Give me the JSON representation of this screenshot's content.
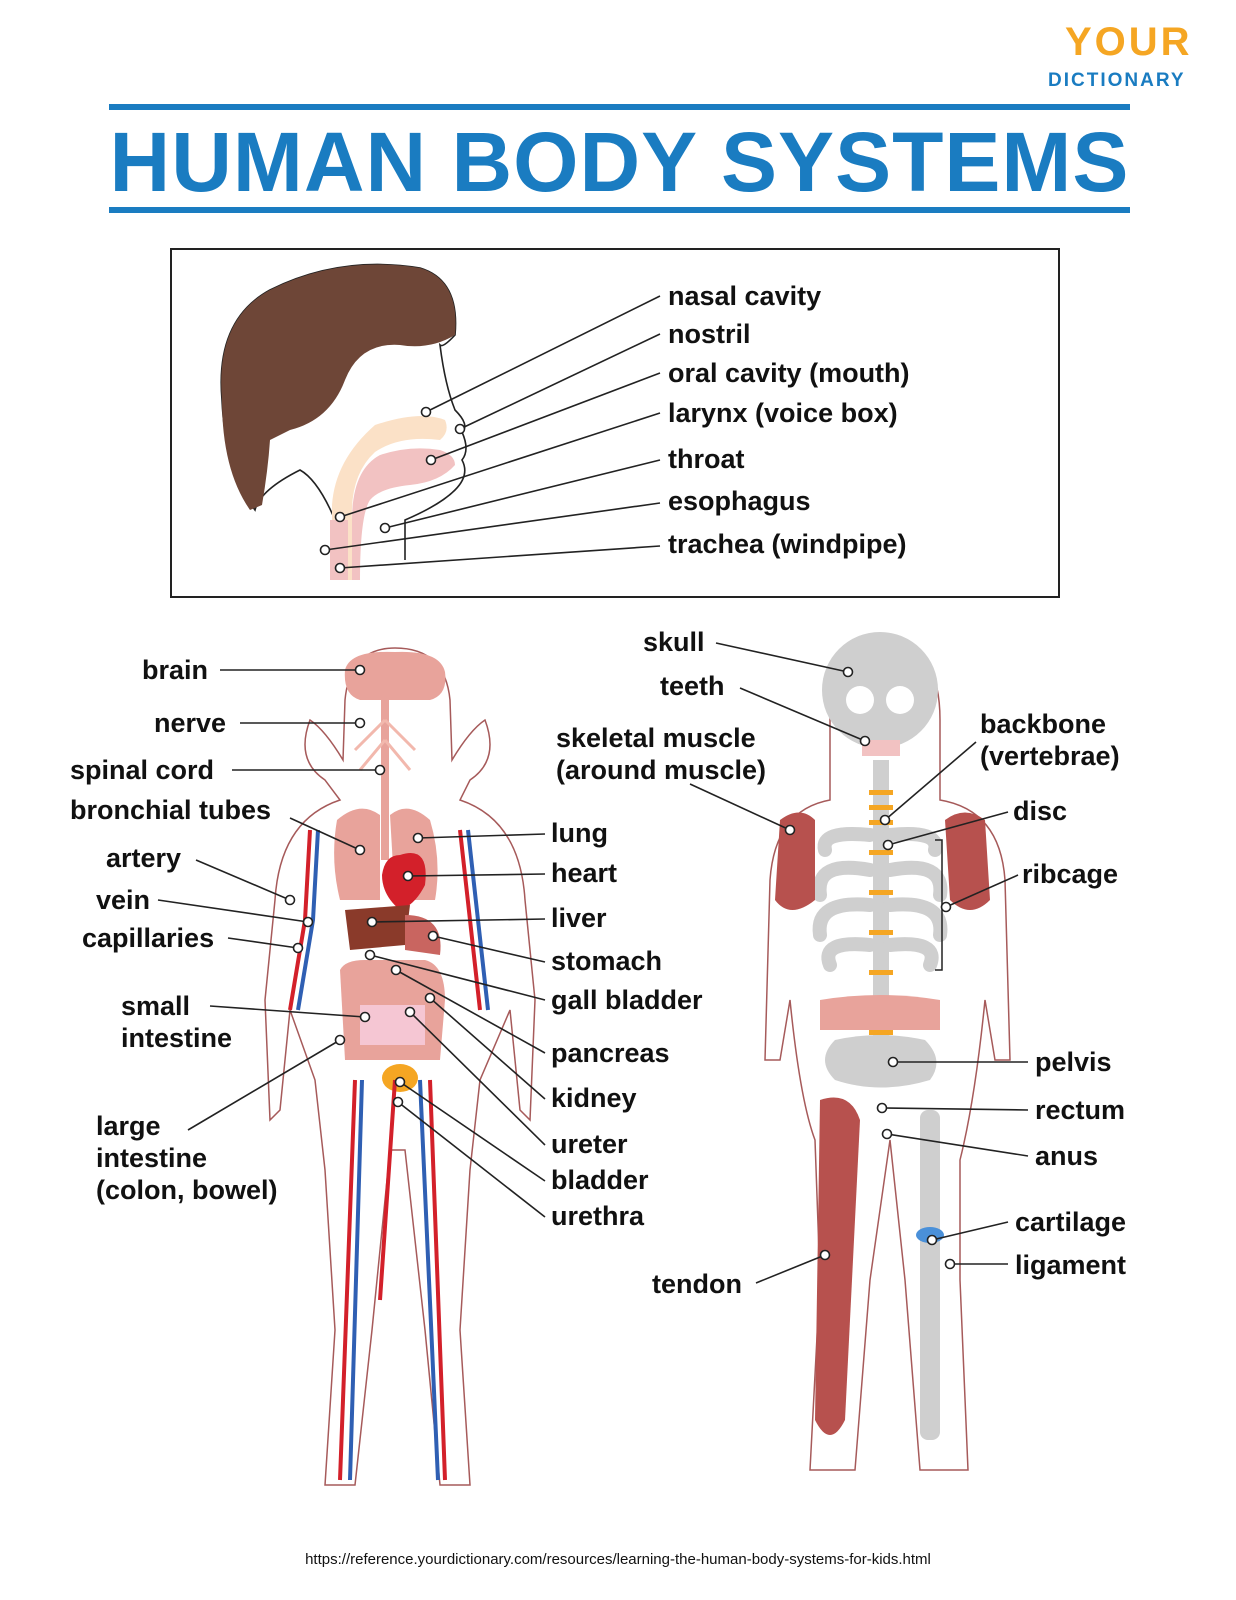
{
  "logo": {
    "line1": "YOUR",
    "line2": "DICTIONARY"
  },
  "title": "HUMAN BODY SYSTEMS",
  "respiratory_labels": {
    "nasal_cavity": "nasal cavity",
    "nostril": "nostril",
    "oral_cavity": "oral cavity (mouth)",
    "larynx": "larynx (voice box)",
    "throat": "throat",
    "esophagus": "esophagus",
    "trachea": "trachea (windpipe)"
  },
  "organ_labels_left": {
    "brain": "brain",
    "nerve": "nerve",
    "spinal_cord": "spinal cord",
    "bronchial_tubes": "bronchial tubes",
    "artery": "artery",
    "vein": "vein",
    "capillaries": "capillaries",
    "small_intestine": "small\nintestine",
    "large_intestine": "large\nintestine\n(colon, bowel)"
  },
  "organ_labels_right": {
    "lung": "lung",
    "heart": "heart",
    "liver": "liver",
    "stomach": "stomach",
    "gall_bladder": "gall bladder",
    "pancreas": "pancreas",
    "kidney": "kidney",
    "ureter": "ureter",
    "bladder": "bladder",
    "urethra": "urethra"
  },
  "skeleton_labels": {
    "skull": "skull",
    "teeth": "teeth",
    "skeletal_muscle": "skeletal muscle\n(around muscle)",
    "tendon": "tendon",
    "backbone": "backbone\n(vertebrae)",
    "disc": "disc",
    "ribcage": "ribcage",
    "pelvis": "pelvis",
    "rectum": "rectum",
    "anus": "anus",
    "cartilage": "cartilage",
    "ligament": "ligament"
  },
  "source_url": "https://reference.yourdictionary.com/resources/learning-the-human-body-systems-for-kids.html",
  "colors": {
    "brand_blue": "#1a7cc1",
    "brand_orange": "#f5a623",
    "hair": "#6e4637",
    "skin_outline": "#a65a5a",
    "organ_pink": "#e8a39b",
    "heart_red": "#d3202a",
    "liver_brown": "#8a3a2a",
    "bone_gray": "#cfcfcf",
    "disc_orange": "#f5a623",
    "muscle_red": "#b7514e",
    "artery_red": "#d3202a",
    "vein_blue": "#2f5fb3"
  }
}
